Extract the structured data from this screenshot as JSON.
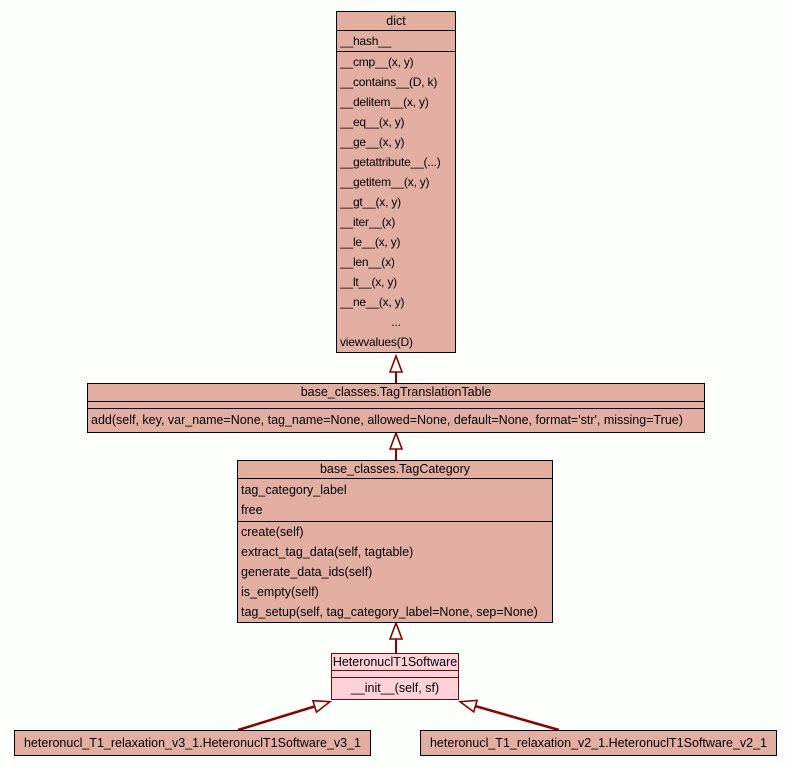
{
  "diagram": {
    "background": "#fcfffc",
    "arrow_color": "#8b0000",
    "box_fill": "#e3aea2",
    "box_border": "#000000",
    "highlight_fill": "#ffd2d9",
    "highlight_border": "#6b0b0b",
    "classes": [
      {
        "title": "dict",
        "attributes": [
          "__hash__"
        ],
        "methods": [
          "__cmp__(x, y)",
          "__contains__(D, k)",
          "__delitem__(x, y)",
          "__eq__(x, y)",
          "__ge__(x, y)",
          "__getattribute__(...)",
          "__getitem__(x, y)",
          "__gt__(x, y)",
          "__iter__(x)",
          "__le__(x, y)",
          "__len__(x)",
          "__lt__(x, y)",
          "__ne__(x, y)",
          "...",
          "viewvalues(D)"
        ]
      },
      {
        "title": "base_classes.TagTranslationTable",
        "attributes": [],
        "methods": [
          "add(self, key, var_name=None, tag_name=None, allowed=None, default=None, format='str', missing=True)"
        ]
      },
      {
        "title": "base_classes.TagCategory",
        "attributes": [
          "tag_category_label",
          "free"
        ],
        "methods": [
          "create(self)",
          "extract_tag_data(self, tagtable)",
          "generate_data_ids(self)",
          "is_empty(self)",
          "tag_setup(self, tag_category_label=None, sep=None)"
        ]
      },
      {
        "title": "HeteronuclT1Software",
        "attributes": [],
        "methods": [
          "__init__(self, sf)"
        ],
        "highlighted": true
      },
      {
        "title": "heteronucl_T1_relaxation_v3_1.HeteronuclT1Software_v3_1"
      },
      {
        "title": "heteronucl_T1_relaxation_v2_1.HeteronuclT1Software_v2_1"
      }
    ],
    "relations": [
      {
        "child": "base_classes.TagTranslationTable",
        "parent": "dict",
        "type": "inheritance"
      },
      {
        "child": "base_classes.TagCategory",
        "parent": "base_classes.TagTranslationTable",
        "type": "inheritance"
      },
      {
        "child": "HeteronuclT1Software",
        "parent": "base_classes.TagCategory",
        "type": "inheritance"
      },
      {
        "child": "heteronucl_T1_relaxation_v3_1.HeteronuclT1Software_v3_1",
        "parent": "HeteronuclT1Software",
        "type": "inheritance"
      },
      {
        "child": "heteronucl_T1_relaxation_v2_1.HeteronuclT1Software_v2_1",
        "parent": "HeteronuclT1Software",
        "type": "inheritance"
      }
    ]
  }
}
